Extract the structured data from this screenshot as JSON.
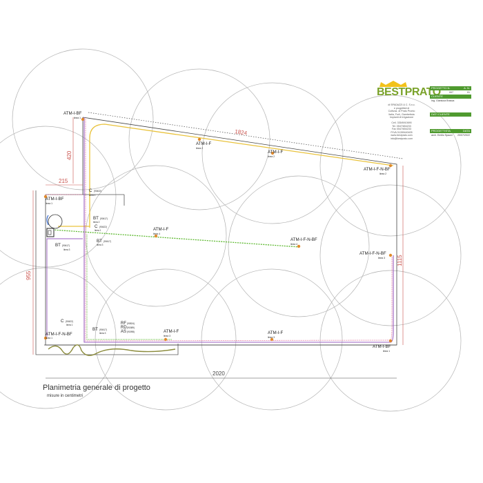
{
  "title": "Planimetria generale di progetto",
  "subtitle": "misure in centimetri",
  "dimensions": {
    "top": "1824",
    "left_upper": "420",
    "left_step": "215",
    "left_total": "955",
    "right": "1115",
    "bottom": "2020"
  },
  "sprinklers": [
    {
      "label": "ATM-I-BF",
      "line": "linea 1"
    },
    {
      "label": "ATM-I-F",
      "line": "linea 2"
    },
    {
      "label": "ATM-I-F",
      "line": "linea 2"
    },
    {
      "label": "ATM-I-F-N-BF",
      "line": "linea 2"
    },
    {
      "label": "ATM-I-BF",
      "line": "linea 1"
    },
    {
      "label": "ATM-I-F",
      "line": "linea 4"
    },
    {
      "label": "ATM-I-F-N-BF",
      "line": "linea 4"
    },
    {
      "label": "ATM-I-F-N-BF",
      "line": "linea 3"
    },
    {
      "label": "ATM-I-F-N-BF",
      "line": "linea 1"
    },
    {
      "label": "ATM-I-F",
      "line": "linea 3"
    },
    {
      "label": "ATM-I-F",
      "line": "linea 3"
    },
    {
      "label": "ATM-I-BF",
      "line": "linea 1"
    }
  ],
  "components": [
    {
      "label": "C",
      "code": "(90422)",
      "line": "linea 1"
    },
    {
      "label": "BT",
      "code": "(90417)",
      "line": "linea 2"
    },
    {
      "label": "C",
      "code": "(90422)",
      "line": "linea 1"
    },
    {
      "label": "BT",
      "code": "(90417)",
      "line": "linea 3"
    },
    {
      "label": "BT",
      "code": "(90417)",
      "line": "linea 3"
    },
    {
      "label": "C",
      "code": "(90422)",
      "line": "linea 1"
    },
    {
      "label": "BT",
      "code": "(90417)",
      "line": "linea 3"
    }
  ],
  "fittings": [
    {
      "label": "RF",
      "code": "(90524)"
    },
    {
      "label": "RD",
      "code": "(91589)"
    },
    {
      "label": "AS",
      "code": "(91598)"
    }
  ],
  "brand": {
    "name": "BESTPRATO",
    "lines": [
      "di SPADAZZI & C. S.n.c.",
      "e progettisti di",
      "Coltivaz. di Prato Pronto",
      "Italia, Forlì, Gambettola",
      "Impianti di Irrigazione",
      "Cell. 335/6910690",
      "Tel. 0547/654233",
      "Fax 0547/654233",
      "P.IVA 01289440405",
      "www.bestprato.com",
      "info@bestprato.com"
    ]
  },
  "project_table": {
    "rows": [
      {
        "head": "PROGETTO N.",
        "head_right": "A. N.",
        "value": "007",
        "value_right": "01"
      },
      {
        "head": "CLIENTE",
        "head_right": "",
        "value": "Ing. Gianluca Brasca",
        "value_right": ""
      },
      {
        "head": "DATI CLIENTE",
        "head_right": "",
        "value": "",
        "value_right": ""
      },
      {
        "head": "PROGETTISTA",
        "head_right": "DATA",
        "value": "arch. Emilio Spazzi",
        "value_right": "20/07/2022"
      }
    ]
  },
  "colors": {
    "line_yellow": "#e9c23a",
    "line_green": "#5cb82e",
    "line_purple": "#9a5cc0",
    "line_pink": "#e07aa0",
    "sprinkler_dot": "#e08a2c",
    "dimension": "#c9504a",
    "brand_green": "#7aa22a",
    "table_green": "#4f9a2f"
  }
}
